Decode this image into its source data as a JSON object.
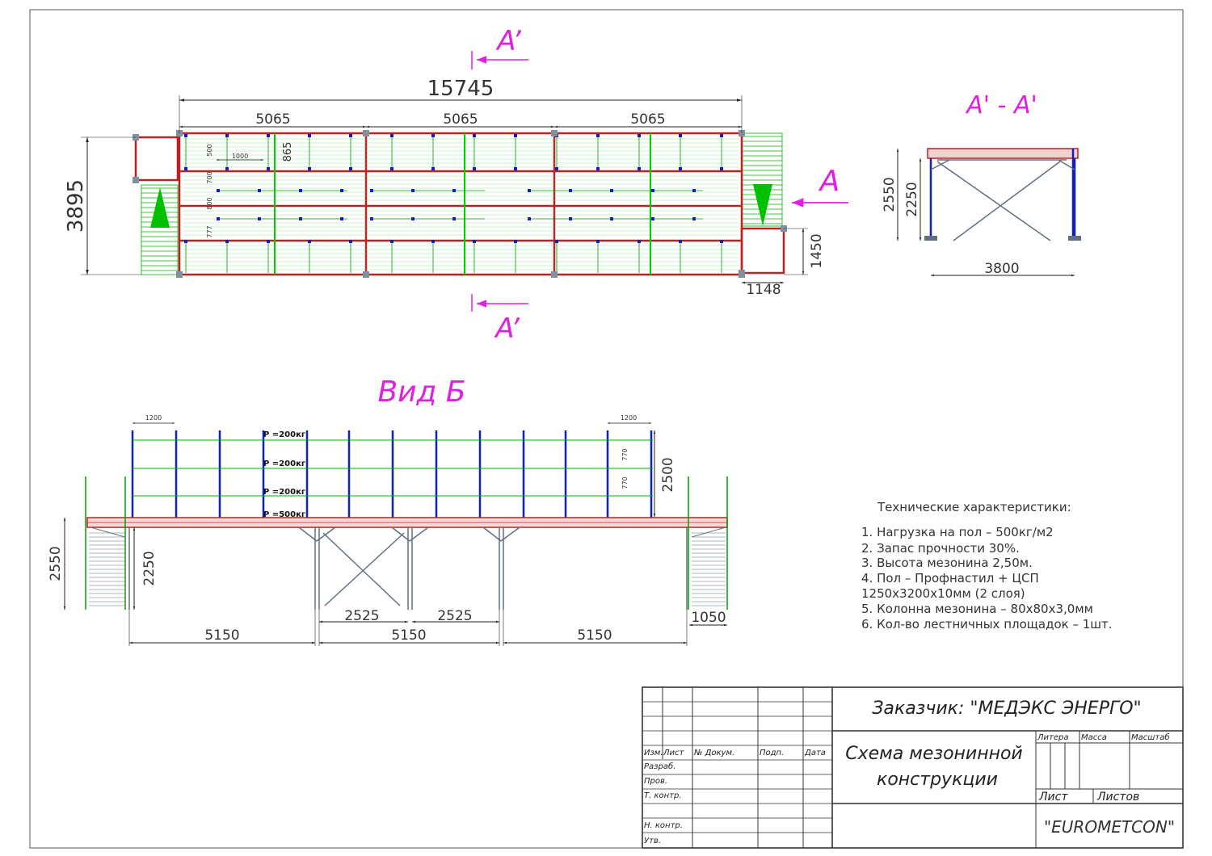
{
  "plan": {
    "section_mark": "A’",
    "arrow_view": "A",
    "dim_total": "15745",
    "dim_bays": [
      "5065",
      "5065",
      "5065"
    ],
    "dim_height": "3895",
    "dim_1000": "1000",
    "dim_865": "865",
    "dim_inner_v": [
      "500",
      "700",
      "800",
      "777"
    ],
    "dim_1450": "1450",
    "dim_1148": "1148"
  },
  "section_aa": {
    "title": "A' - A'",
    "dim_2550": "2550",
    "dim_2250": "2250",
    "dim_3800": "3800"
  },
  "view_b": {
    "title": "Вид Б",
    "loads": [
      "P =200кг",
      "P =200кг",
      "P =200кг",
      "P =500кг"
    ],
    "dim_1200_left": "1200",
    "dim_1200_right": "1200",
    "dim_770_a": "770",
    "dim_770_b": "770",
    "dim_2500": "2500",
    "dim_2550": "2550",
    "dim_2250": "2250",
    "dim_2525_a": "2525",
    "dim_2525_b": "2525",
    "dim_1050": "1050",
    "dim_5150": [
      "5150",
      "5150",
      "5150"
    ]
  },
  "specs": {
    "title": "Технические характеристики:",
    "items": [
      "1.   Нагрузка на пол – 500кг/м2",
      "2.   Запас прочности 30%.",
      "3.   Высота мезонина 2,50м.",
      "4.   Пол – Профнастил + ЦСП",
      "       1250x3200x10мм (2 слоя)",
      "5.   Колонна мезонина – 80x80x3,0мм",
      "6.   Кол-во лестничных площадок – 1шт."
    ]
  },
  "title_block": {
    "customer": "Заказчик: \"МЕДЭКС ЭНЕРГО\"",
    "name_line1": "Схема мезонинной",
    "name_line2": "конструкции",
    "col_izm": "Изм.",
    "col_list": "Лист",
    "col_doc": "№ Докум.",
    "col_podp": "Подп.",
    "col_date": "Дата",
    "row_razrab": "Разраб.",
    "row_prov": "Пров.",
    "row_tkontr": "Т. контр.",
    "row_nkontr": "Н. контр.",
    "row_utv": "Утв.",
    "litera": "Литера",
    "massa": "Масса",
    "masshtab": "Масштаб",
    "list": "Лист",
    "listov": "Листов",
    "company": "\"EUROMETCON\""
  },
  "colors": {
    "magenta": "#e020e0",
    "green": "#00c000",
    "red": "#c02020",
    "blue": "#1020c0",
    "steel": "#607080"
  }
}
